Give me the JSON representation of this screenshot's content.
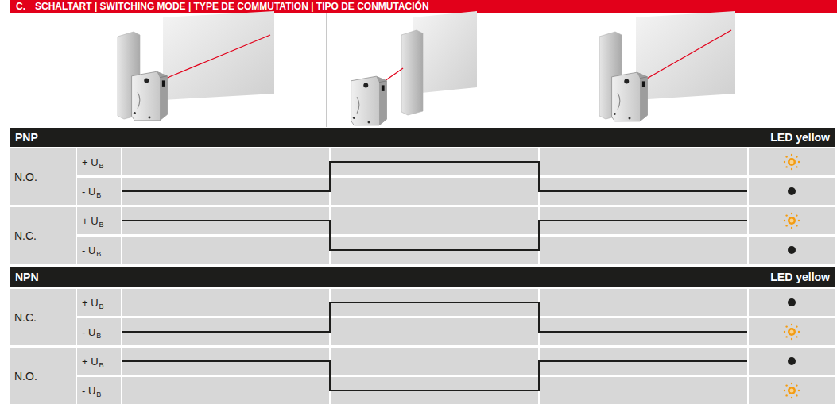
{
  "diagram": {
    "title": "SCHALTART | SWITCHING MODE | TYPE DE COMMUTATION | TIPO DE CONMUTACIÓN",
    "nodes": [
      {
        "text": [
          "PNP",
          "LED yellow"
        ]
      },
      {
        "text": [
          "NPN",
          "LED yellow"
        ]
      }
    ],
    "labels": [
      "C.",
      "N.O.",
      "+ U",
      "B",
      "- U",
      "B",
      "N.C.",
      "+ U",
      "B",
      "- U",
      "B",
      "N.C.",
      "+ U",
      "B",
      "- U",
      "B",
      "N.O.",
      "+ U",
      "B",
      "- U",
      "B"
    ]
  }
}
